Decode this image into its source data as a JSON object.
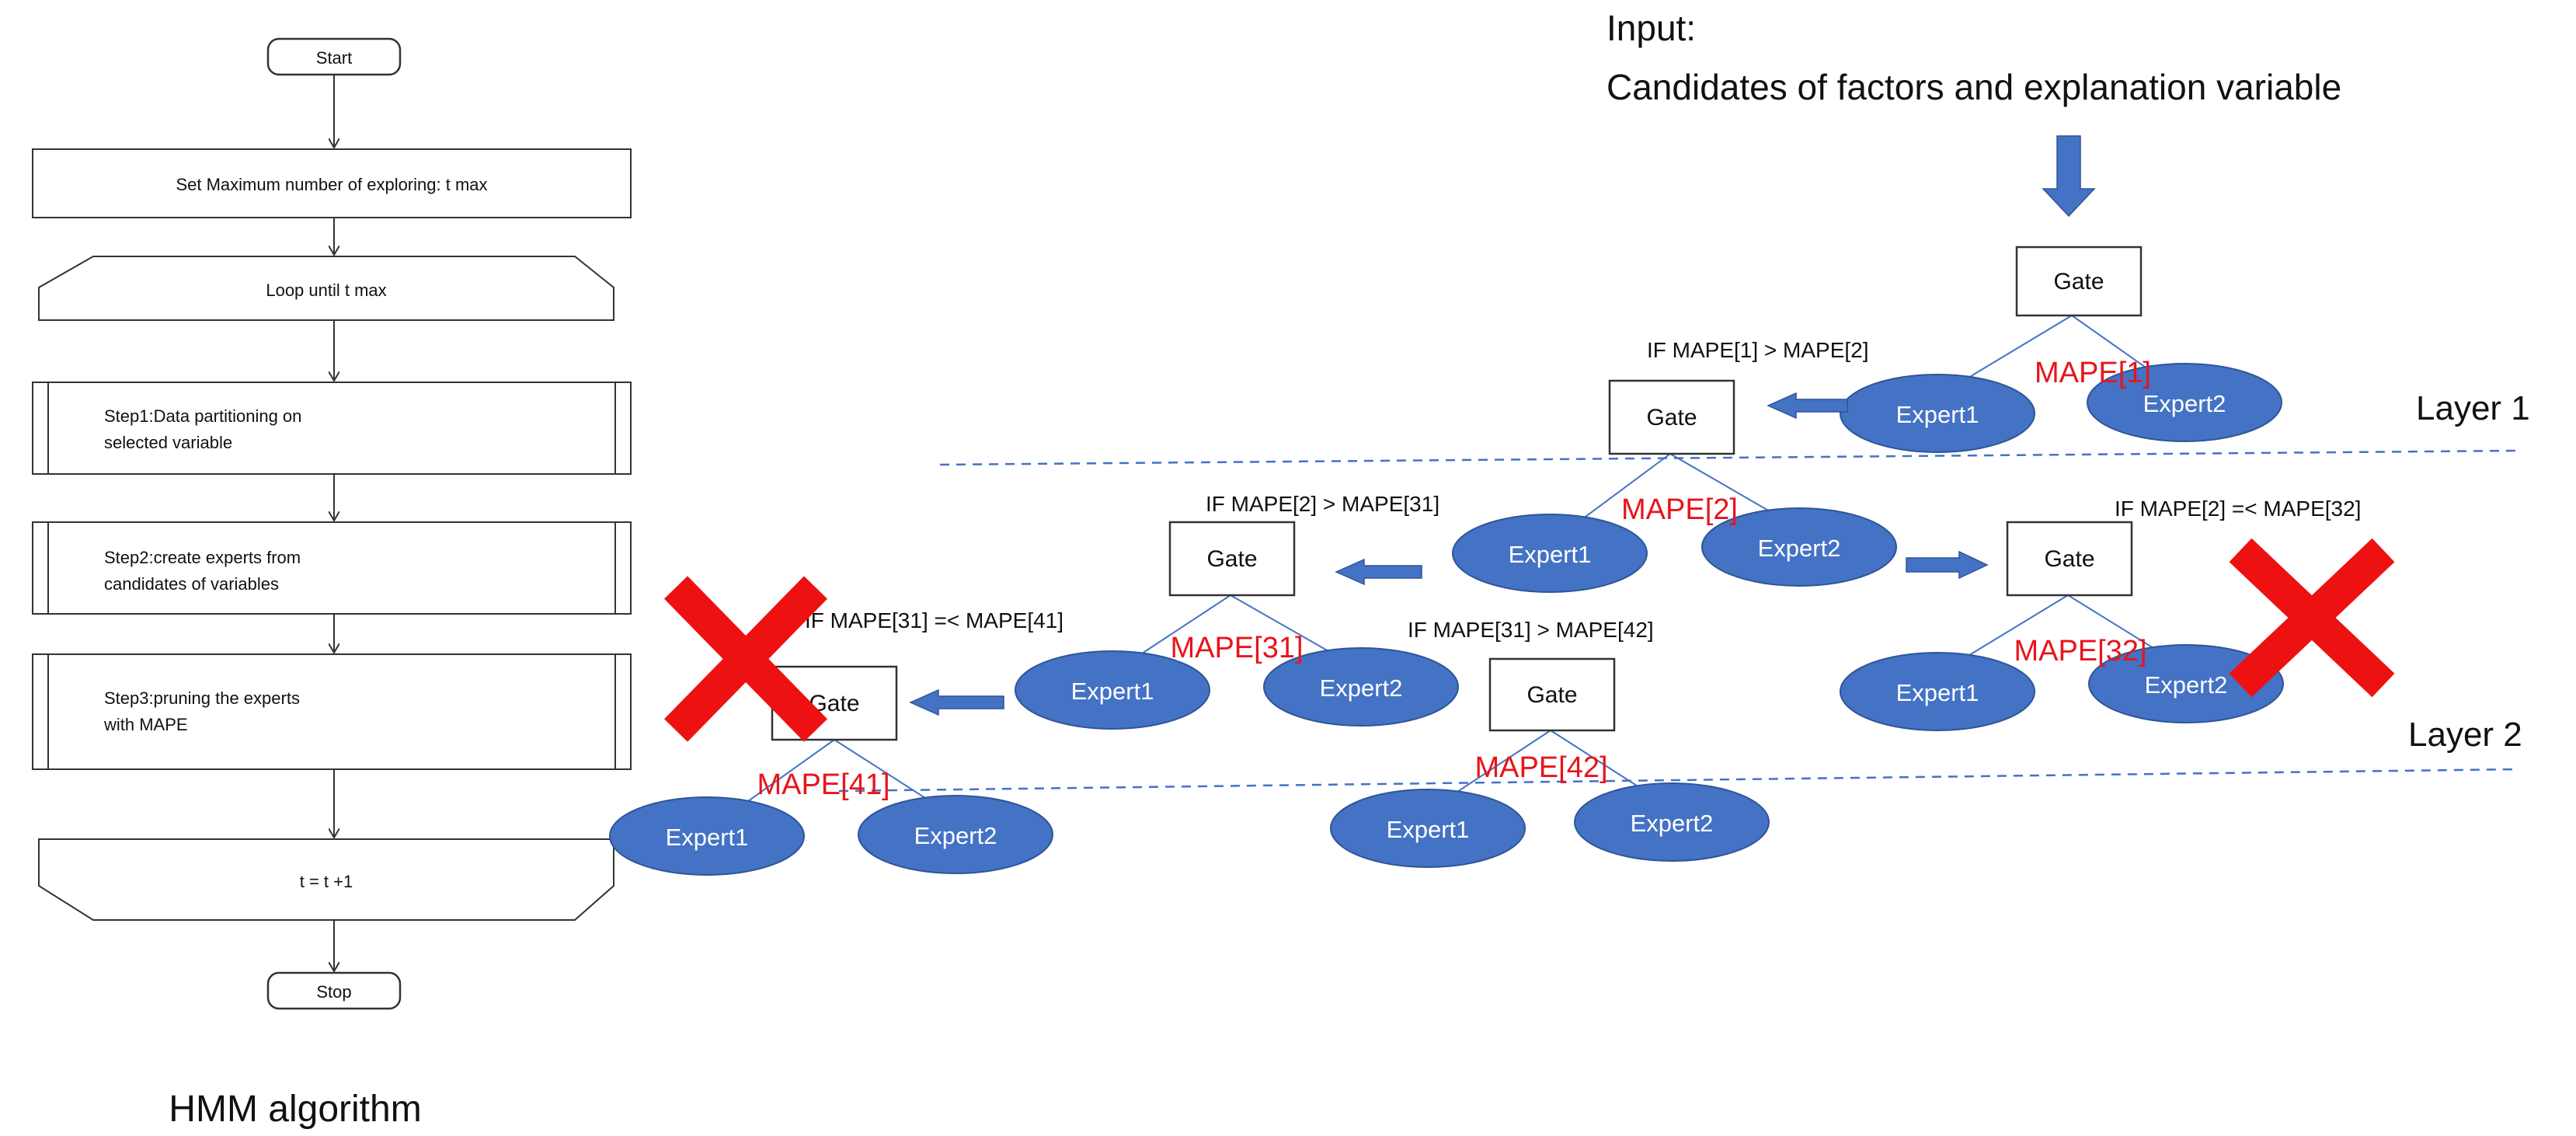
{
  "flowchart": {
    "start": "Start",
    "set_max": "Set Maximum number of exploring: t max",
    "loop": "Loop until t max",
    "step1": [
      "Step1:Data partitioning on",
      "selected variable"
    ],
    "step2": [
      "Step2:create experts from",
      "candidates of variables"
    ],
    "step3": [
      "Step3:pruning the experts",
      "with MAPE"
    ],
    "increment": "t = t +1",
    "stop": "Stop",
    "caption": "HMM algorithm"
  },
  "tree": {
    "input_lines": [
      "Input:",
      "Candidates of factors and explanation variable"
    ],
    "gate": "Gate",
    "expert1": "Expert1",
    "expert2": "Expert2",
    "layer1": "Layer 1",
    "layer2": "Layer 2",
    "mape": {
      "m1": "MAPE[1]",
      "m2": "MAPE[2]",
      "m31": "MAPE[31]",
      "m32": "MAPE[32]",
      "m41": "MAPE[41]",
      "m42": "MAPE[42]"
    },
    "conditions": {
      "c1": "IF MAPE[1] > MAPE[2]",
      "c2a": "IF MAPE[2] > MAPE[31]",
      "c2b": "IF MAPE[2] =< MAPE[32]",
      "c3a": "IF MAPE[31] =< MAPE[41]",
      "c3b": "IF MAPE[31] > MAPE[42]"
    }
  },
  "colors": {
    "expert_fill": "#4472c4",
    "arrow_fill": "#4472c4",
    "mape_text": "#e8141b",
    "cross": "#ee1111",
    "dashed_line": "#4472c4",
    "stroke": "#333333"
  }
}
